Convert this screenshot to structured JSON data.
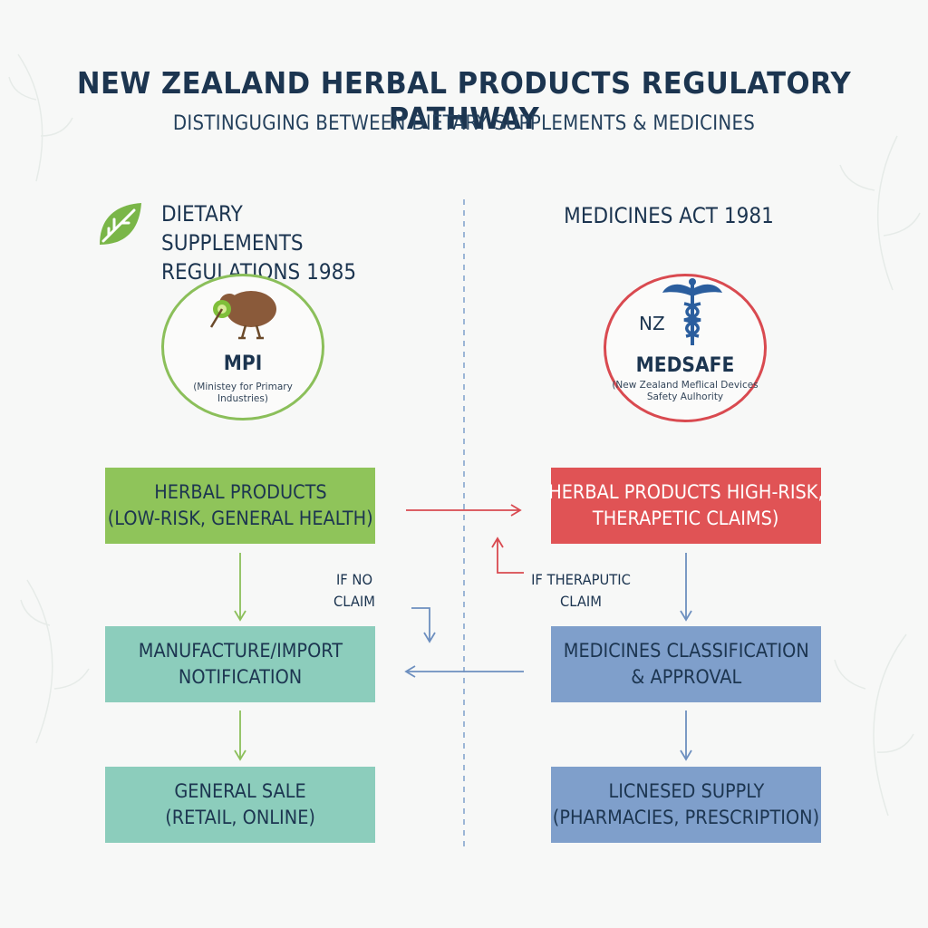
{
  "header": {
    "title": "NEW ZEALAND HERBAL PRODUCTS REGULATORY PATHWAY",
    "subtitle": "DISTINGUGING BETWEEN DIETARY SUPPLEMENTS & MEDICINES"
  },
  "left": {
    "heading_line1": "DIETARY SUPPLEMENTS",
    "heading_line2": "REGULATIONS 1985",
    "heading_icon": "leaf-icon",
    "org": {
      "icon": "kiwi-bird-icon",
      "name": "MPI",
      "full_line1": "(Ministey for Primary",
      "full_line2": "Industries)",
      "ring_color": "#8bbf5a"
    },
    "boxes": [
      {
        "line1": "HERBAL PRODUCTS",
        "line2": "(LOW-RISK, GENERAL HEALTH)",
        "color": "#8fc45a"
      },
      {
        "line1": "MANUFACTURE/IMPORT",
        "line2": "NOTIFICATION",
        "color": "#8ccdbc"
      },
      {
        "line1": "GENERAL SALE",
        "line2": "(RETAIL, ONLINE)",
        "color": "#8ccdbc"
      }
    ]
  },
  "right": {
    "heading": "MEDICINES ACT 1981",
    "org": {
      "icon": "caduceus-icon",
      "badge": "NZ",
      "name": "MEDSAFE",
      "full_line1": "(New Zealand Meflical Devices",
      "full_line2": "Safety Aulhority",
      "ring_color": "#d94a50"
    },
    "boxes": [
      {
        "line1": "HERBAL PRODUCTS HIGH-RISK,",
        "line2": "THERAPETIC CLAIMS)",
        "color": "#e05355"
      },
      {
        "line1": "MEDICINES CLASSIFICATION",
        "line2": "& APPROVAL",
        "color": "#7f9fcb"
      },
      {
        "line1": "LICNESED SUPPLY",
        "line2": "(PHARMACIES, PRESCRIPTION)",
        "color": "#7f9fcb"
      }
    ]
  },
  "connectors": {
    "if_no_claim_line1": "IF NO",
    "if_no_claim_line2": "CLAIM",
    "if_therapeutic_line1": "IF THERAPUTIC",
    "if_therapeutic_line2": "CLAIM"
  },
  "colors": {
    "navy": "#1c3550",
    "green_arrow": "#8bbf5a",
    "red_arrow": "#d94a50",
    "blue_arrow": "#6d8fbf",
    "divider": "#7f9fcb"
  }
}
